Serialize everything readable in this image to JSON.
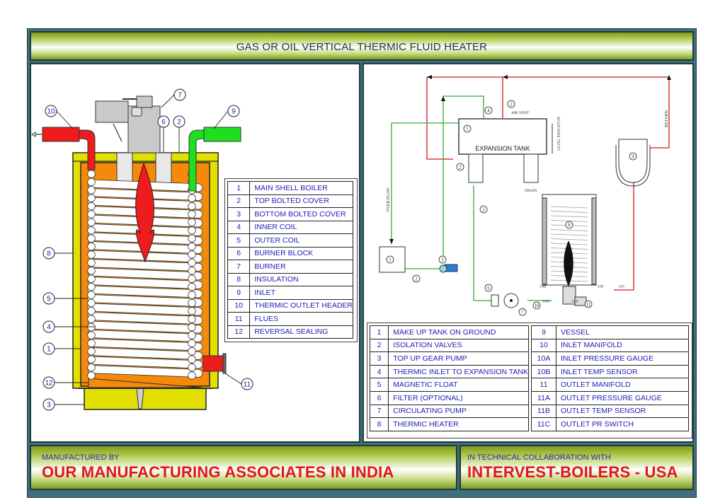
{
  "title": "GAS OR OIL VERTICAL THERMIC FLUID HEATER",
  "left_diagram": {
    "callouts": [
      "10",
      "7",
      "9",
      "6",
      "2",
      "8",
      "5",
      "4",
      "1",
      "12",
      "3",
      "11"
    ],
    "legend": [
      {
        "num": "1",
        "label": "MAIN SHELL BOILER"
      },
      {
        "num": "2",
        "label": "TOP BOLTED COVER"
      },
      {
        "num": "3",
        "label": "BOTTOM BOLTED COVER"
      },
      {
        "num": "4",
        "label": "INNER COIL"
      },
      {
        "num": "5",
        "label": "OUTER COIL"
      },
      {
        "num": "6",
        "label": "BURNER BLOCK"
      },
      {
        "num": "7",
        "label": "BURNER"
      },
      {
        "num": "8",
        "label": "INSULATION"
      },
      {
        "num": "9",
        "label": "INLET"
      },
      {
        "num": "10",
        "label": "THERMIC OUTLET HEADER"
      },
      {
        "num": "11",
        "label": "FLUES"
      },
      {
        "num": "12",
        "label": "REVERSAL SEALING"
      }
    ]
  },
  "right_diagram": {
    "labels": {
      "expansion_tank": "EXPANSION TANK",
      "air_vent": "AIR VENT",
      "level_indicator": "LEVEL INDICATOR",
      "drain": "DRAIN",
      "return": "RETURN",
      "over_flow": "OVER FLOW"
    },
    "callouts": [
      "1",
      "2",
      "2",
      "2",
      "2",
      "3",
      "4",
      "5",
      "6",
      "7",
      "8",
      "9",
      "10",
      "11",
      "10A",
      "10B",
      "11A",
      "11B",
      "11C"
    ],
    "legend_left": [
      {
        "num": "1",
        "label": "MAKE UP TANK ON GROUND"
      },
      {
        "num": "2",
        "label": "ISOLATION VALVES"
      },
      {
        "num": "3",
        "label": "TOP UP GEAR PUMP"
      },
      {
        "num": "4",
        "label": "THERMIC INLET TO EXPANSION TANK"
      },
      {
        "num": "5",
        "label": "MAGNETIC FLOAT"
      },
      {
        "num": "6",
        "label": "FILTER (OPTIONAL)"
      },
      {
        "num": "7",
        "label": "CIRCULATING PUMP"
      },
      {
        "num": "8",
        "label": "THERMIC HEATER"
      }
    ],
    "legend_right": [
      {
        "num": "9",
        "label": "VESSEL"
      },
      {
        "num": "10",
        "label": "INLET MANIFOLD"
      },
      {
        "num": "10A",
        "label": "INLET PRESSURE GAUGE"
      },
      {
        "num": "10B",
        "label": "INLET TEMP SENSOR"
      },
      {
        "num": "11",
        "label": "OUTLET MANIFOLD"
      },
      {
        "num": "11A",
        "label": "OUTLET PRESSURE GAUGE"
      },
      {
        "num": "11B",
        "label": "OUTLET TEMP SENSOR"
      },
      {
        "num": "11C",
        "label": "OUTLET PR SWITCH"
      }
    ]
  },
  "footer": {
    "left_small": "MANUFACTURED BY",
    "left_big": "OUR MANUFACTURING ASSOCIATES IN INDIA",
    "right_small": "IN TECHNICAL COLLABORATION WITH",
    "right_big": "INTERVEST-BOILERS - USA"
  },
  "colors": {
    "hot_line": "#d8141c",
    "cold_line": "#2fae3a",
    "legend_text": "#1d1db5",
    "footer_red": "#e3141b",
    "frame": "#3f6f78"
  }
}
